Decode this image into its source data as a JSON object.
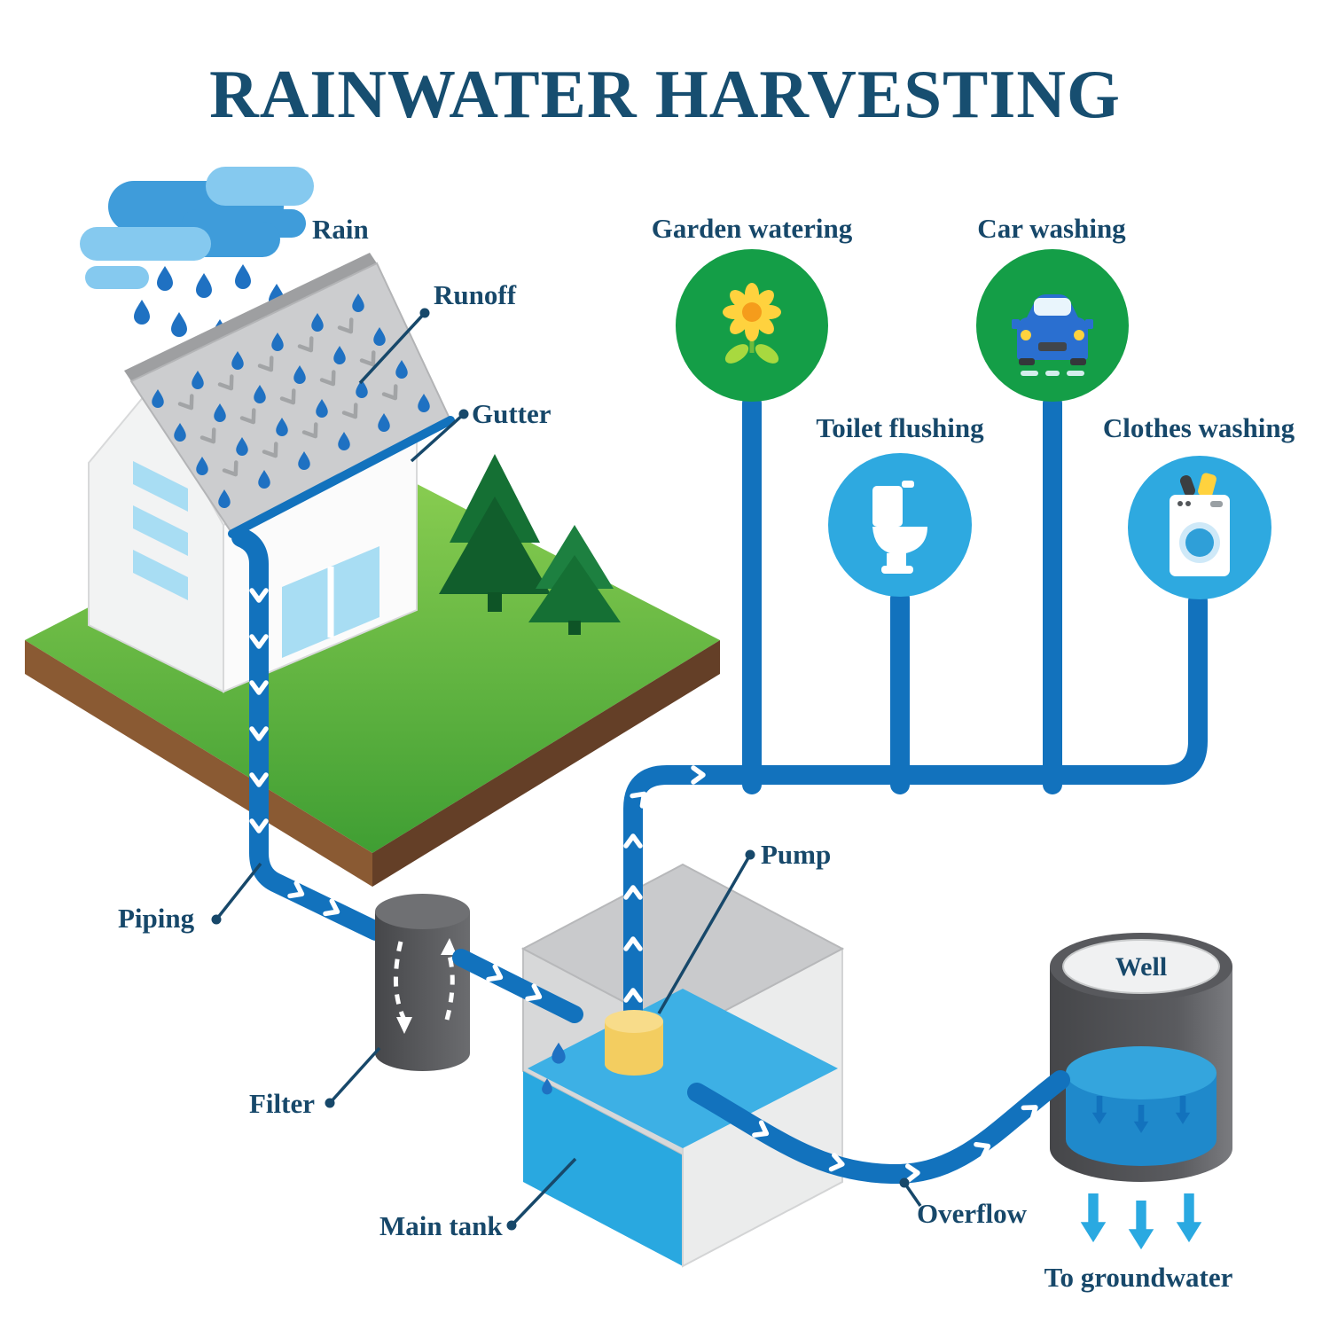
{
  "title": "RAINWATER HARVESTING",
  "colors": {
    "text_navy": "#17486a",
    "pipe_blue": "#1272bd",
    "water_blue": "#2aa9e1",
    "grass_green": "#5cb637",
    "green_circle": "#149e47",
    "blue_circle": "#2ea9e0"
  },
  "house": {
    "labels": {
      "rain": "Rain",
      "runoff": "Runoff",
      "gutter": "Gutter"
    }
  },
  "system": {
    "labels": {
      "piping": "Piping",
      "filter": "Filter",
      "main_tank": "Main tank",
      "pump": "Pump",
      "overflow": "Overflow",
      "well": "Well",
      "to_groundwater": "To groundwater"
    }
  },
  "uses": [
    {
      "id": "garden-watering",
      "label": "Garden watering",
      "icon": "sunflower-icon",
      "circle_color": "#149e47"
    },
    {
      "id": "toilet-flushing",
      "label": "Toilet flushing",
      "icon": "toilet-icon",
      "circle_color": "#2ea9e0"
    },
    {
      "id": "car-washing",
      "label": "Car washing",
      "icon": "car-icon",
      "circle_color": "#149e47"
    },
    {
      "id": "clothes-washing",
      "label": "Clothes washing",
      "icon": "washing-machine-icon",
      "circle_color": "#2ea9e0"
    }
  ]
}
